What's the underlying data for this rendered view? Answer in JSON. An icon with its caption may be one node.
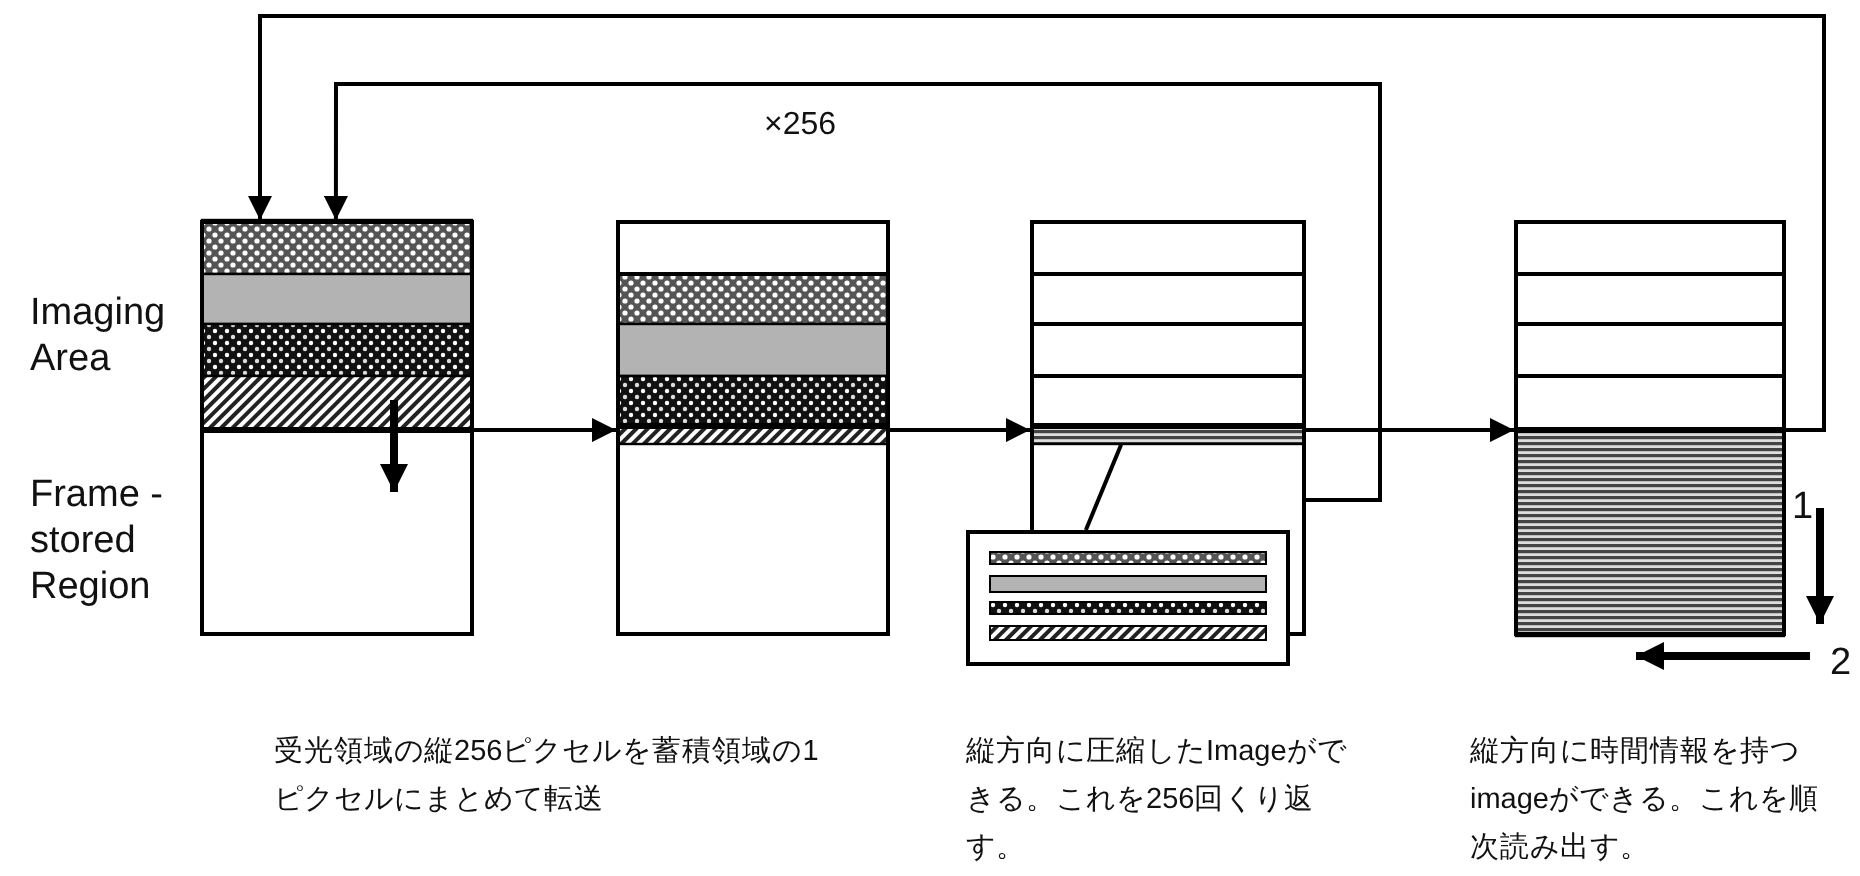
{
  "diagram": {
    "nodes": [
      {
        "text": [],
        "shape": "box"
      },
      {
        "text": [],
        "shape": "box"
      },
      {
        "text": [],
        "shape": "box"
      },
      {
        "text": [],
        "shape": "box"
      },
      {
        "text": [],
        "shape": "box"
      }
    ],
    "edges": [
      {
        "from": 0,
        "to": 1,
        "arrow": "to"
      },
      {
        "from": 1,
        "to": 2,
        "arrow": "to"
      },
      {
        "from": 2,
        "to": 4,
        "arrow": "to"
      },
      {
        "from": 2,
        "to": 0,
        "arrow": "to",
        "label": "×256"
      },
      {
        "from": 4,
        "to": 0,
        "arrow": "to"
      },
      {
        "from": 2,
        "to": 3,
        "arrow": "none"
      }
    ],
    "labels": [
      "Imaging Area",
      "Frame -stored Region",
      "1",
      "2",
      "受光領域の縦256ピクセルを蓄積領域の1ピクセルにまとめて転送",
      "縦方向に圧縮したImageができる。これを256回くり返す。",
      "縦方向に時間情報を持つimageができる。これを順次読み出す。"
    ]
  }
}
